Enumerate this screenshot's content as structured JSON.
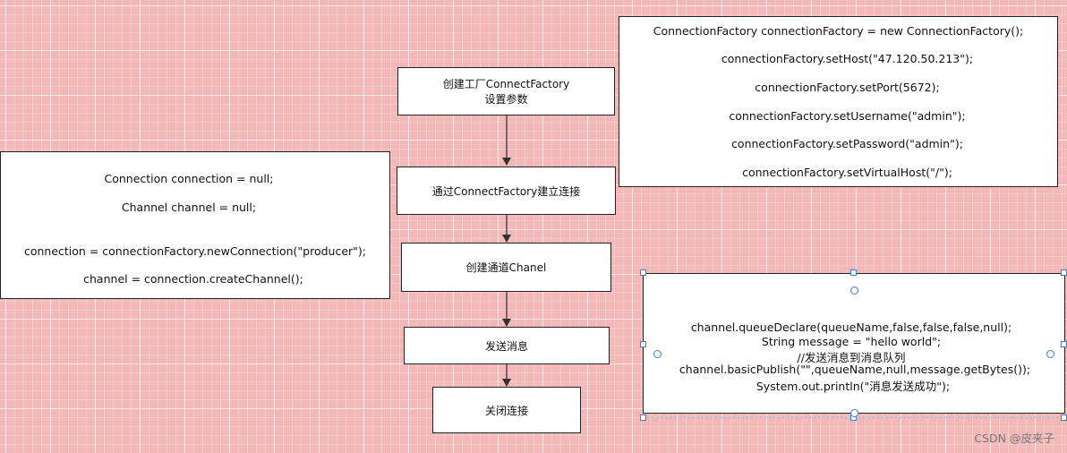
{
  "flow_steps": [
    {
      "line1": "创建工厂ConnectFactory",
      "line2": "设置参数"
    },
    {
      "line1": "通过ConnectFactory建立连接"
    },
    {
      "line1": "创建通道Chanel"
    },
    {
      "line1": "发送消息"
    },
    {
      "line1": "关闭连接"
    }
  ],
  "factory_code": {
    "lines": [
      "ConnectionFactory connectionFactory = new ConnectionFactory();",
      "connectionFactory.setHost(\"47.120.50.213\");",
      "connectionFactory.setPort(5672);",
      "connectionFactory.setUsername(\"admin\");",
      "connectionFactory.setPassword(\"admin\");",
      "connectionFactory.setVirtualHost(\"/\");"
    ]
  },
  "connection_code": {
    "lines": [
      "Connection connection = null;",
      "Channel channel = null;",
      "connection = connectionFactory.newConnection(\"producer\");",
      "channel = connection.createChannel();"
    ]
  },
  "publish_code": {
    "lines": [
      "channel.queueDeclare(queueName,false,false,false,null);",
      "String message = \"hello world\";",
      "//发送消息到消息队列",
      "channel.basicPublish(\"\",queueName,null,message.getBytes());",
      "System.out.println(\"消息发送成功\");"
    ]
  },
  "watermark": "CSDN @皮夹子",
  "colors": {
    "grid_background": "#f4b8b8",
    "selection_handle": "#3d7fd4",
    "arrow": "#333333"
  }
}
